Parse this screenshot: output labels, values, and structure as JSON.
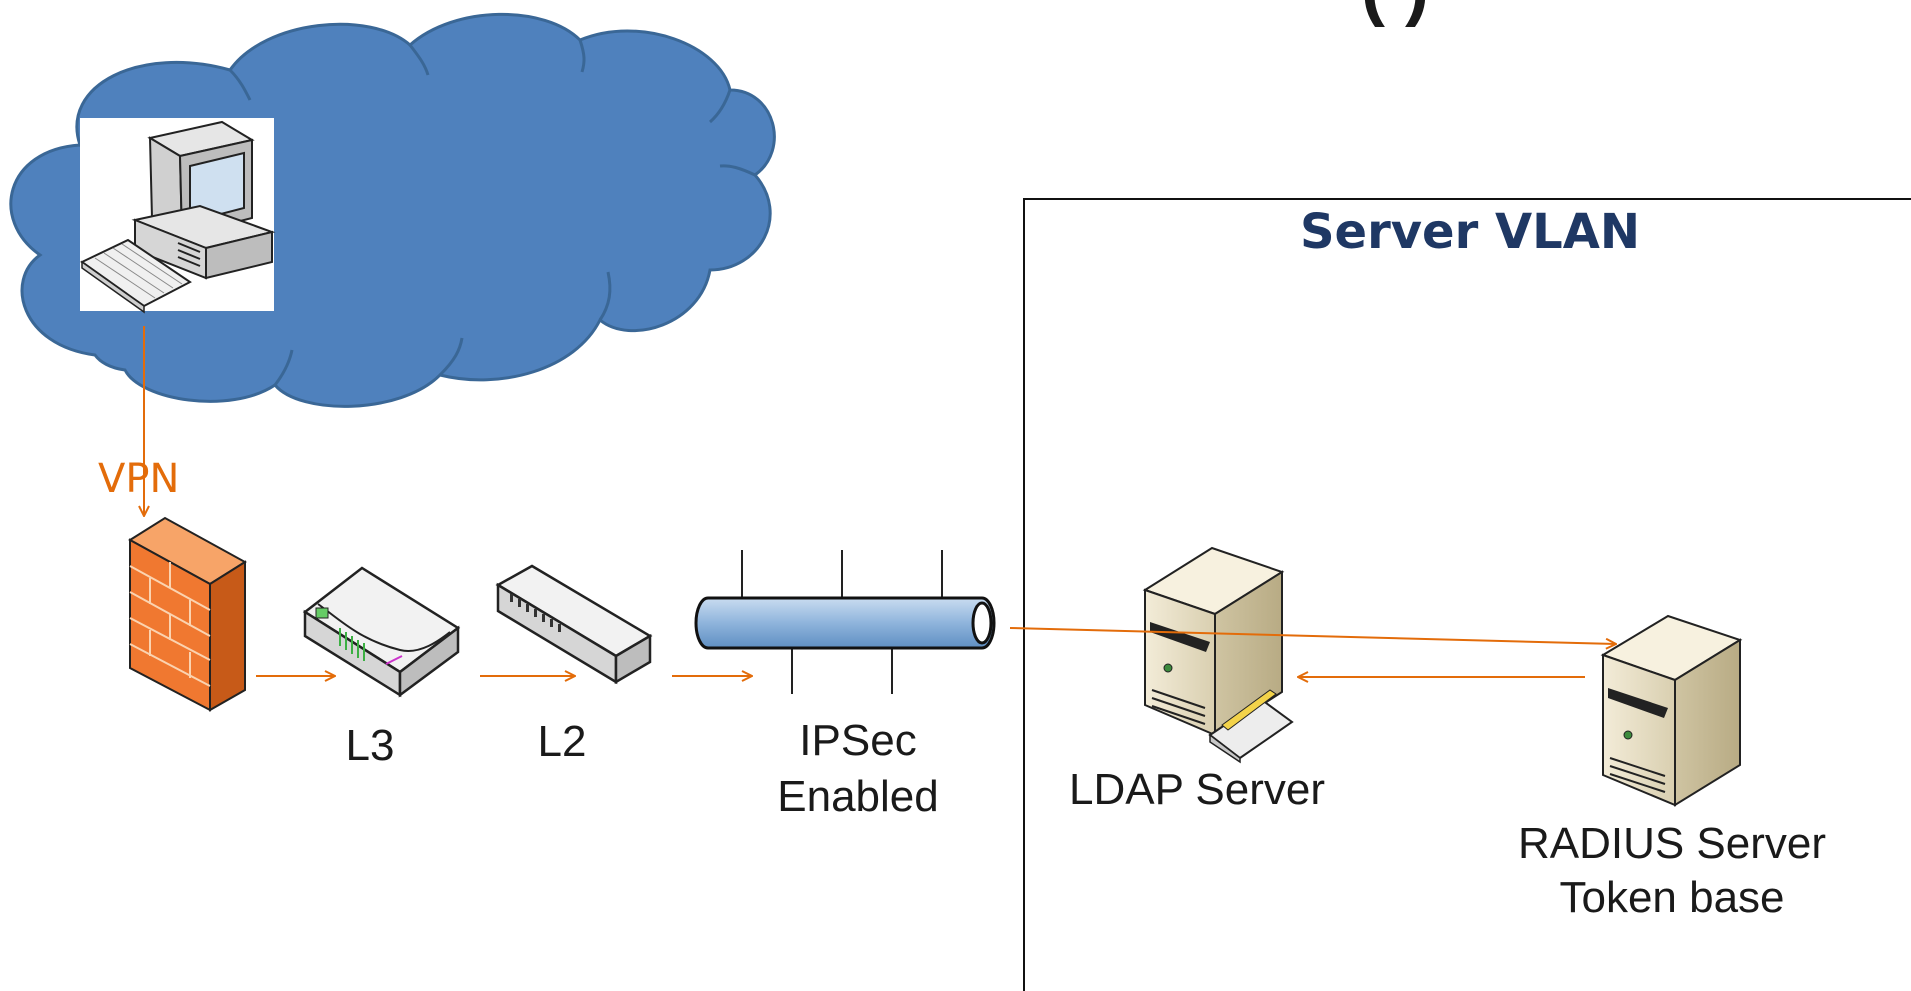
{
  "title_fragment": "(        )",
  "vpn_label": "VPN",
  "vlan": {
    "title": "Server VLAN"
  },
  "devices": {
    "l3": {
      "label": "L3"
    },
    "l2": {
      "label": "L2"
    },
    "ipsec": {
      "label_line1": "IPSec",
      "label_line2": "Enabled"
    },
    "ldap": {
      "label": "LDAP Server"
    },
    "radius": {
      "label_line1": "RADIUS Server",
      "label_line2": "Token base"
    }
  },
  "colors": {
    "cloud_fill": "#4f81bd",
    "cloud_stroke": "#3a6796",
    "arrow": "#e36c0a",
    "vlan_title": "#1f3864",
    "firewall": "#f07830",
    "pipe": "#8fb4dc"
  },
  "icons": [
    "workstation-icon",
    "firewall-icon",
    "router-icon",
    "switch-icon",
    "ipsec-bus-icon",
    "ldap-server-icon",
    "radius-server-icon"
  ]
}
